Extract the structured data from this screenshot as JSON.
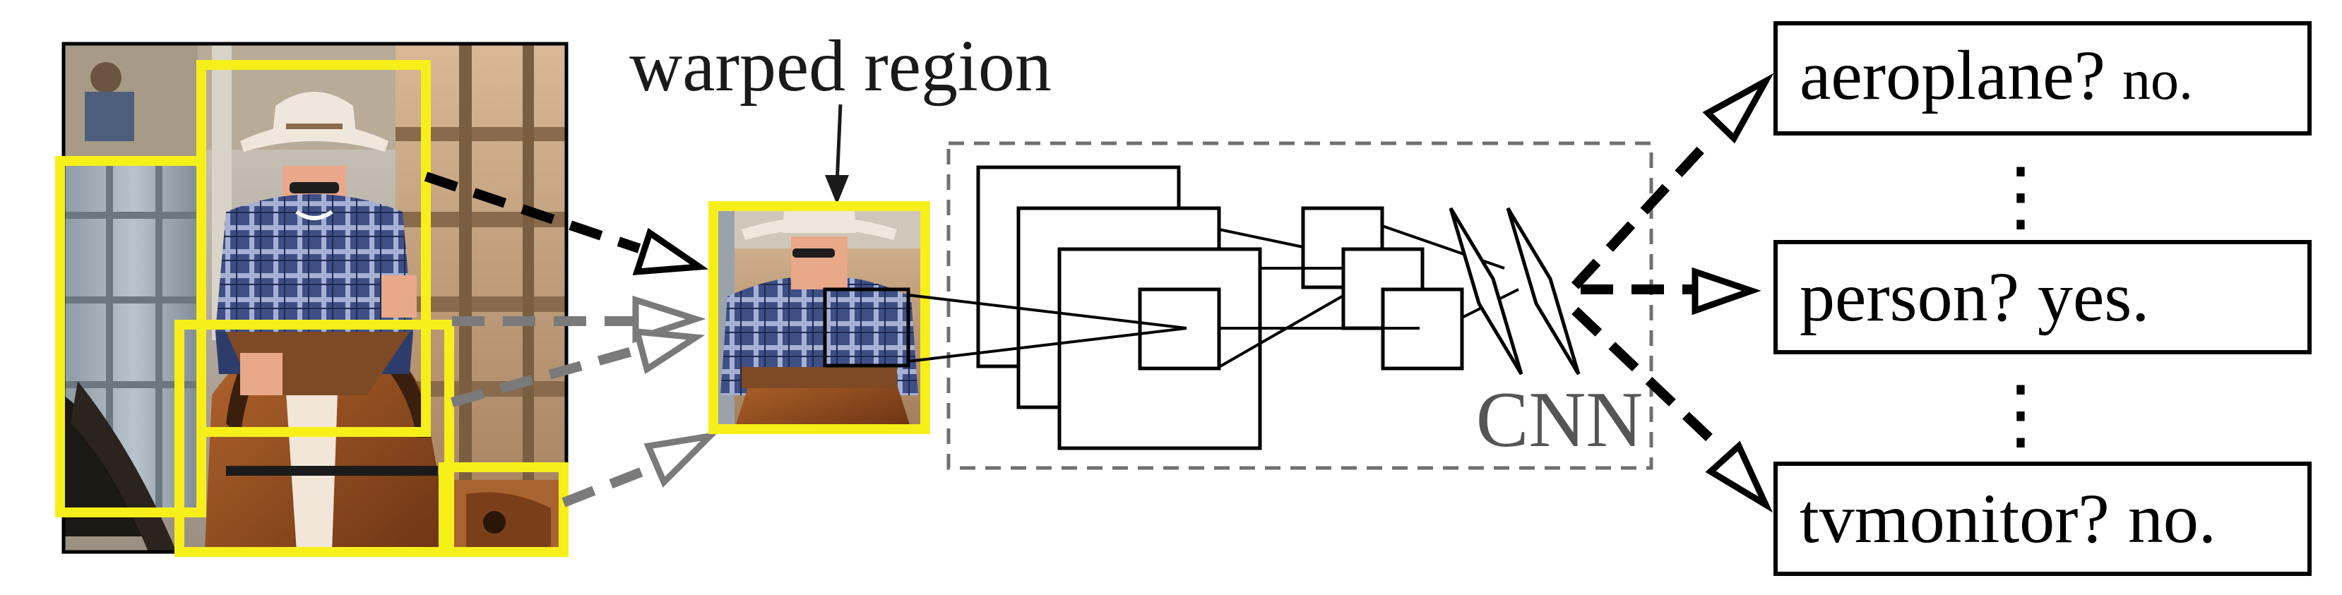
{
  "labels": {
    "warped_region": "warped region",
    "cnn": "CNN"
  },
  "classes": [
    {
      "name": "aeroplane?",
      "answer": "no."
    },
    {
      "name": "person?",
      "answer": "yes."
    },
    {
      "name": "tvmonitor?",
      "answer": "no."
    }
  ],
  "ellipsis": "⋮",
  "colors": {
    "proposal_box": "#f7ef1a",
    "arrow_strong": "#000000",
    "arrow_faint": "#7a7a7a",
    "cnn_border": "#707070",
    "cnn_label": "#555555"
  }
}
